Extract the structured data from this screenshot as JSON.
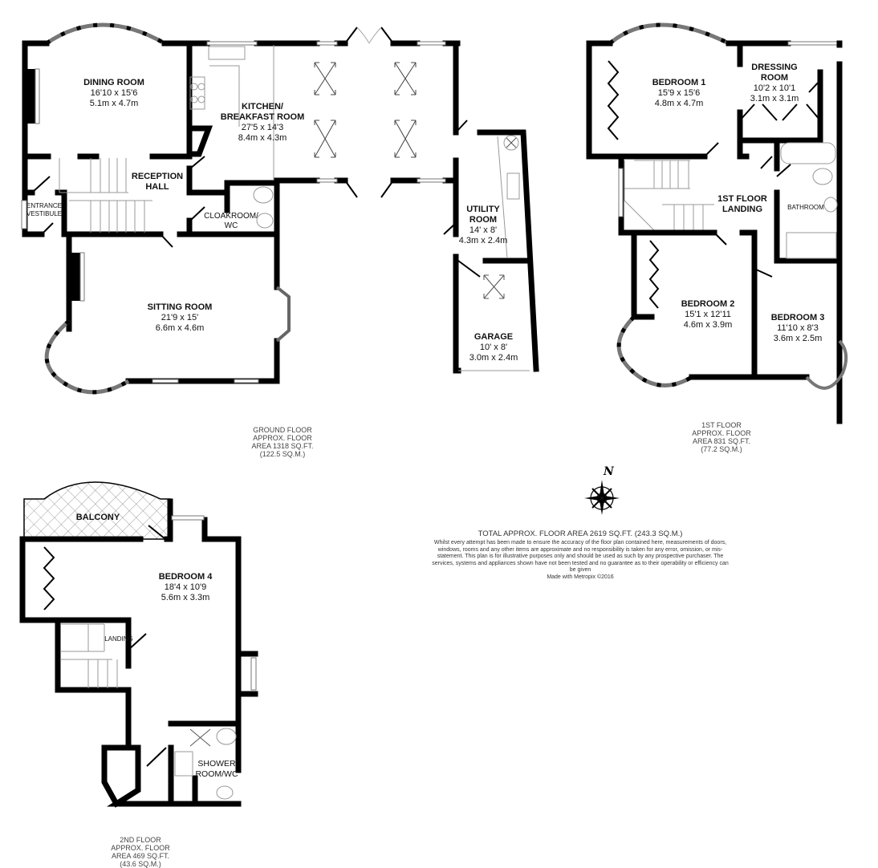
{
  "floors": {
    "ground": {
      "name": "GROUND FLOOR",
      "area_lines": "GROUND FLOOR\nAPPROX. FLOOR\nAREA 1318 SQ.FT.\n(122.5 SQ.M.)",
      "rooms": {
        "dining": {
          "name": "DINING ROOM",
          "imperial": "16'10 x 15'6",
          "metric": "5.1m x 4.7m"
        },
        "kitchen": {
          "name1": "KITCHEN/",
          "name2": "BREAKFAST ROOM",
          "imperial": "27'5 x 14'3",
          "metric": "8.4m x 4.3m"
        },
        "reception": {
          "name1": "RECEPTION",
          "name2": "HALL"
        },
        "entrance": {
          "name1": "ENTRANCE",
          "name2": "VESTIBULE"
        },
        "cloakroom": {
          "name1": "CLOAKROOM/",
          "name2": "WC"
        },
        "sitting": {
          "name": "SITTING ROOM",
          "imperial": "21'9 x 15'",
          "metric": "6.6m x 4.6m"
        },
        "utility": {
          "name1": "UTILITY",
          "name2": "ROOM",
          "imperial": "14' x 8'",
          "metric": "4.3m x 2.4m"
        },
        "garage": {
          "name": "GARAGE",
          "imperial": "10' x 8'",
          "metric": "3.0m x 2.4m"
        }
      }
    },
    "first": {
      "name": "1ST FLOOR",
      "area_lines": "1ST FLOOR\nAPPROX. FLOOR\nAREA 831 SQ.FT.\n(77.2 SQ.M.)",
      "rooms": {
        "bedroom1": {
          "name": "BEDROOM 1",
          "imperial": "15'9 x 15'6",
          "metric": "4.8m x 4.7m"
        },
        "dressing": {
          "name1": "DRESSING",
          "name2": "ROOM",
          "imperial": "10'2 x 10'1",
          "metric": "3.1m x 3.1m"
        },
        "landing": {
          "name1": "1ST FLOOR",
          "name2": "LANDING"
        },
        "bathroom": {
          "name": "BATHROOM"
        },
        "bedroom2": {
          "name": "BEDROOM 2",
          "imperial": "15'1 x 12'11",
          "metric": "4.6m x 3.9m"
        },
        "bedroom3": {
          "name": "BEDROOM 3",
          "imperial": "11'10 x 8'3",
          "metric": "3.6m x 2.5m"
        }
      }
    },
    "second": {
      "name": "2ND FLOOR",
      "area_lines": "2ND FLOOR\nAPPROX. FLOOR\nAREA 469 SQ.FT.\n(43.6 SQ.M.)",
      "rooms": {
        "balcony": {
          "name": "BALCONY"
        },
        "bedroom4": {
          "name": "BEDROOM 4",
          "imperial": "18'4 x 10'9",
          "metric": "5.6m x 3.3m"
        },
        "landing": {
          "name": "LANDING"
        },
        "shower": {
          "name1": "SHOWER",
          "name2": "ROOM/WC"
        }
      }
    }
  },
  "total": "TOTAL APPROX. FLOOR AREA 2619 SQ.FT. (243.3 SQ.M.)",
  "disclaimer": "Whilst every attempt has been made to ensure the accuracy of the floor plan contained here, measurements of doors, windows, rooms and any other items are approximate and no responsibility is taken for any error, omission, or mis-statement. This plan is for illustrative purposes only and should be used as such by any prospective purchaser. The services, systems and appliances shown have not been tested and no guarantee as to their operability or efficiency can be given",
  "credit": "Made with Metropix ©2016",
  "compass": {
    "label": "N",
    "icon": "compass-rose-icon"
  }
}
